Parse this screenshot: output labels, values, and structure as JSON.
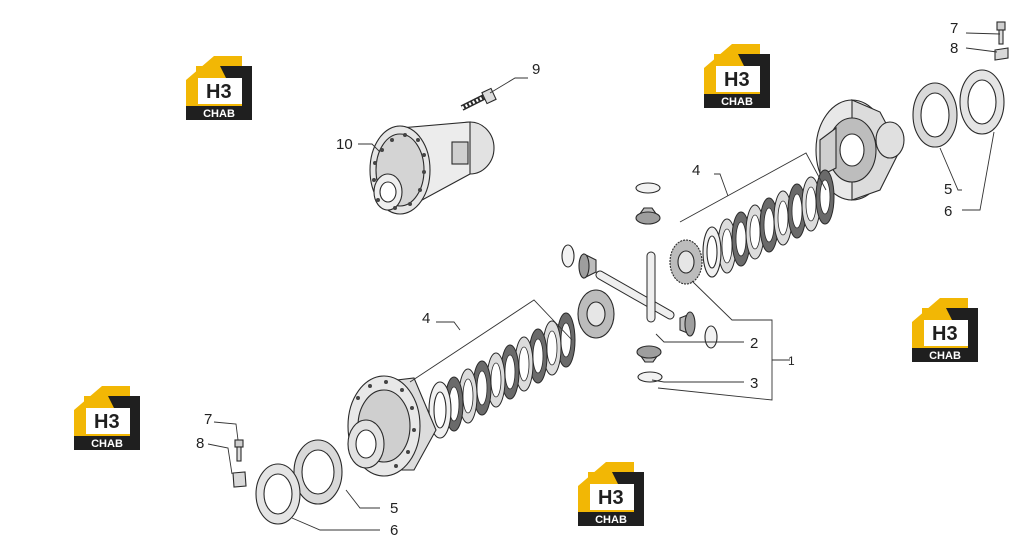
{
  "callouts": {
    "c1": "1",
    "c2": "2",
    "c3": "3",
    "c4_upper": "4",
    "c4_lower": "4",
    "c5_right": "5",
    "c5_bottom": "5",
    "c6_right": "6",
    "c6_bottom": "6",
    "c7_top": "7",
    "c7_left": "7",
    "c8_top": "8",
    "c8_left": "8",
    "c9": "9",
    "c10": "10"
  },
  "watermark": {
    "mark": "H3",
    "word": "CHAB"
  },
  "colors": {
    "logo_yellow": "#f2b705",
    "logo_dark": "#1f1f1f",
    "part_fill": "#e8e8e8",
    "part_dark": "#555555",
    "line": "#333333"
  }
}
